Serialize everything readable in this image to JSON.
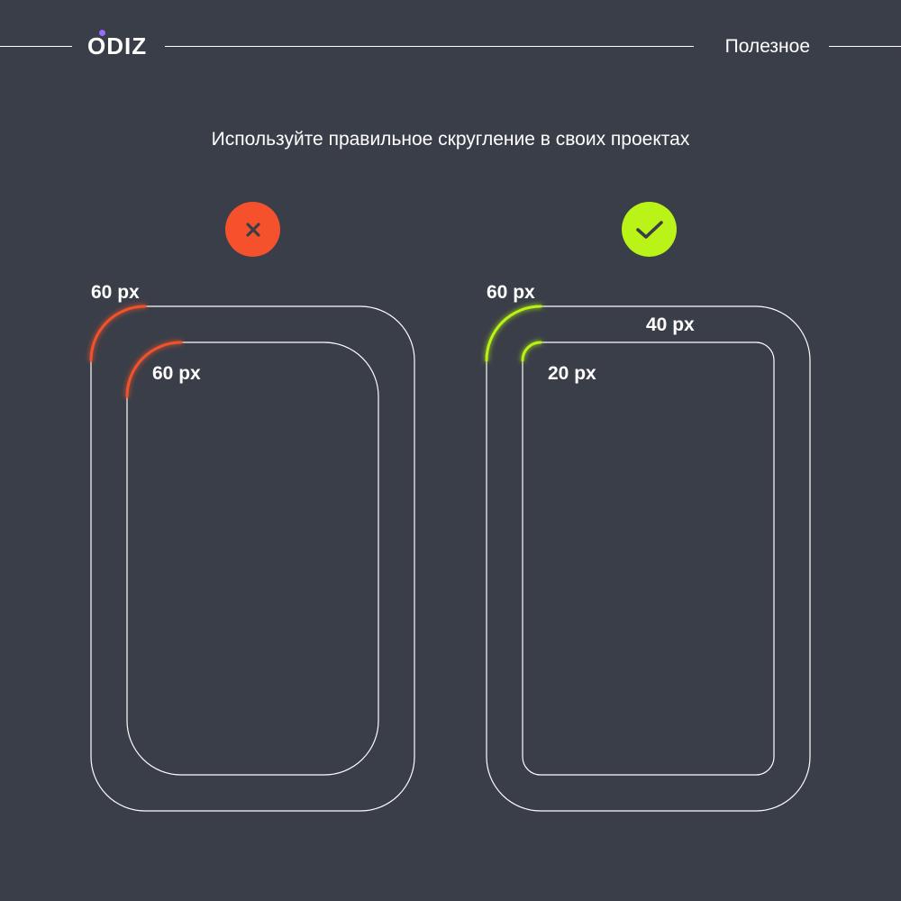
{
  "header": {
    "brand": "ODIZ",
    "section": "Полезное"
  },
  "headline": "Используйте правильное скругление в своих проектах",
  "colors": {
    "background": "#3a3e48",
    "wrong_accent": "#f4512c",
    "right_accent": "#b9f317",
    "logo_dot": "#9b6bff",
    "outline": "#ffffff"
  },
  "wrong_example": {
    "status_icon": "close-icon",
    "outer_radius_label": "60 px",
    "inner_radius_label": "60 px"
  },
  "right_example": {
    "status_icon": "check-icon",
    "outer_radius_label": "60 px",
    "gap_label": "40 px",
    "inner_radius_label": "20 px"
  }
}
